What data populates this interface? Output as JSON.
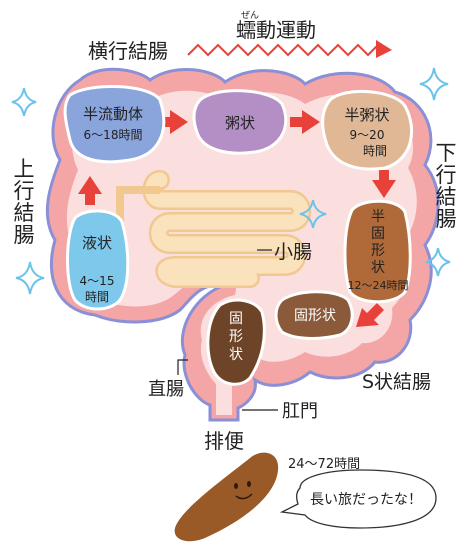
{
  "labels": {
    "transverse_colon": "横行結腸",
    "peristalsis_ruby": "ぜん",
    "peristalsis": "蠕動運動",
    "ascending_colon": "上行結腸",
    "descending_colon": "下行結腸",
    "small_intestine": "小腸",
    "rectum": "直腸",
    "sigmoid_colon": "S状結腸",
    "anus": "肛門",
    "defecation": "排便"
  },
  "stages": {
    "liquid": {
      "name": "液状",
      "time": "4〜15",
      "unit": "時間"
    },
    "semi_fluid": {
      "name": "半流動体",
      "time": "6〜18時間"
    },
    "porridge": {
      "name": "粥状"
    },
    "semi_porridge": {
      "name": "半粥状",
      "time": "9〜20",
      "unit": "時間"
    },
    "semi_solid": {
      "name_lines": [
        "半",
        "固",
        "形",
        "状"
      ],
      "time": "12〜24時間"
    },
    "solid": {
      "name": "固形状"
    },
    "rectum_solid": {
      "name_lines": [
        "固",
        "形",
        "状"
      ]
    }
  },
  "stool_character": {
    "total_time": "24〜72時間",
    "speech": "長い旅だったな！"
  },
  "colors": {
    "intestine_outline": "#8a8fd6",
    "intestine_fill": "#f4a5a5",
    "intestine_inner": "#fbdede",
    "small_intestine": "#f8d8a8",
    "liquid": "#7ec8ec",
    "semi_fluid": "#8aa4dc",
    "porridge": "#b48fc6",
    "semi_porridge": "#e0b896",
    "semi_solid": "#b06a3a",
    "solid": "#8a5a3a",
    "arrow": "#e8413a",
    "wave": "#e8413a",
    "sparkle": "#6cc3ea",
    "stool": "#9a5a28"
  }
}
